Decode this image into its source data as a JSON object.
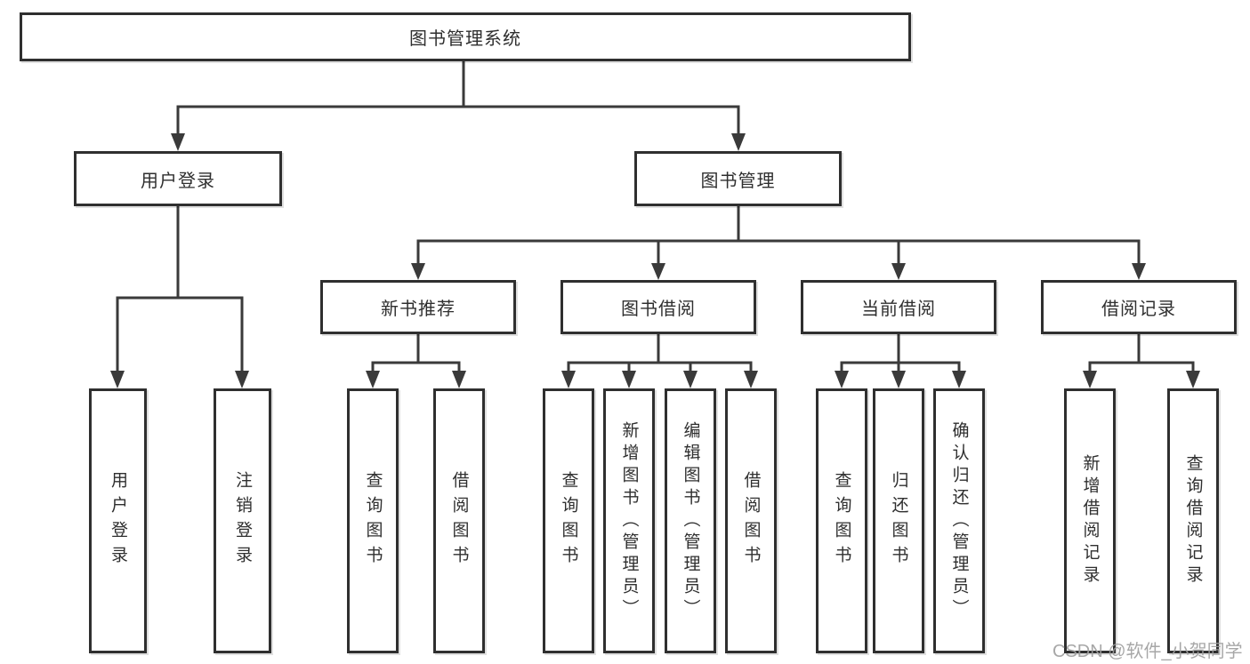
{
  "diagram": {
    "title": "图书管理系统",
    "branches": [
      {
        "label": "用户登录",
        "children": [
          {
            "label": "用户登录"
          },
          {
            "label": "注销登录"
          }
        ]
      },
      {
        "label": "图书管理",
        "children": [
          {
            "label": "新书推荐",
            "children": [
              {
                "label": "查询图书"
              },
              {
                "label": "借阅图书"
              }
            ]
          },
          {
            "label": "图书借阅",
            "children": [
              {
                "label": "查询图书"
              },
              {
                "label": "新增图书（管理员）"
              },
              {
                "label": "编辑图书（管理员）"
              },
              {
                "label": "借阅图书"
              }
            ]
          },
          {
            "label": "当前借阅",
            "children": [
              {
                "label": "查询图书"
              },
              {
                "label": "归还图书"
              },
              {
                "label": "确认归还（管理员）"
              }
            ]
          },
          {
            "label": "借阅记录",
            "children": [
              {
                "label": "新增借阅记录"
              },
              {
                "label": "查询借阅记录"
              }
            ]
          }
        ]
      }
    ]
  },
  "watermark": {
    "text": "CSDN @软件_小贺同学"
  },
  "colors": {
    "line": "#3a3a3a",
    "box_border": "#2f2f2f",
    "text": "#2f2f2f",
    "watermark_text": "#9e9e9e",
    "background": "#ffffff"
  }
}
